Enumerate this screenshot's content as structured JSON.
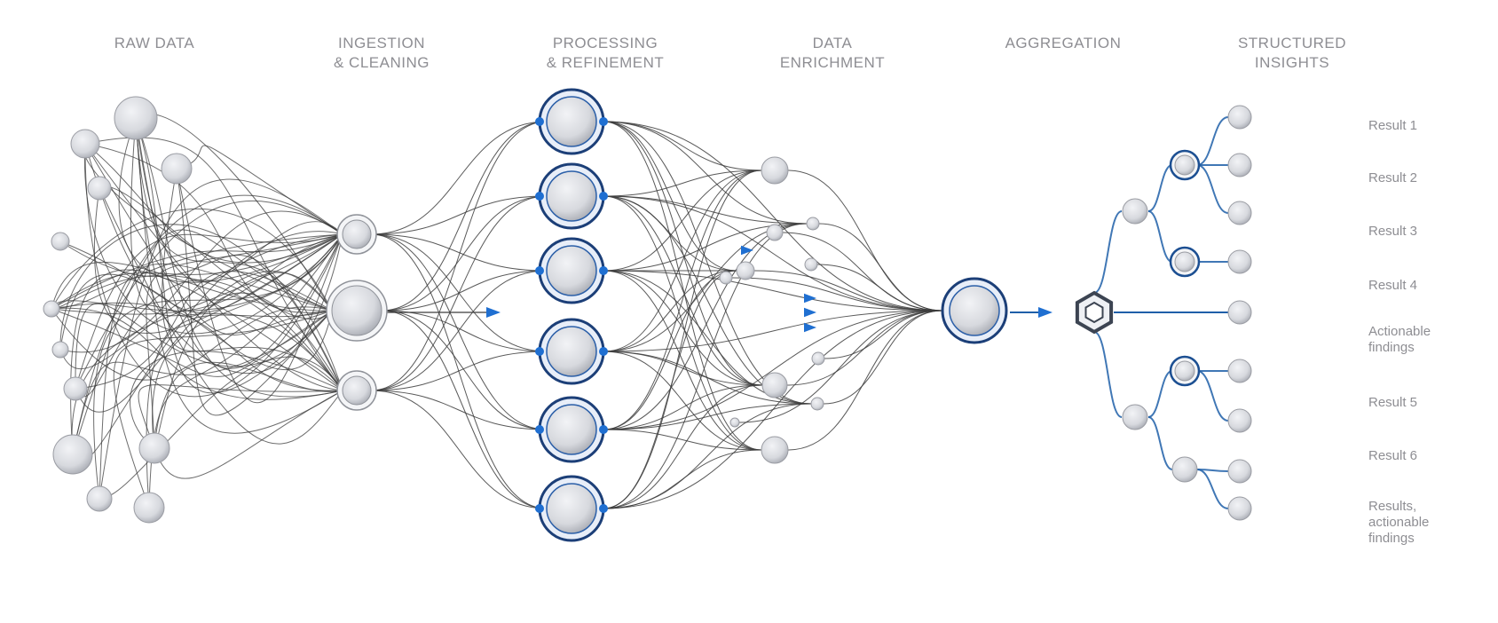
{
  "stages": [
    {
      "id": "raw",
      "label": "RAW DATA"
    },
    {
      "id": "ingest",
      "label": "INGESTION\n& CLEANING"
    },
    {
      "id": "process",
      "label": "PROCESSING\n& REFINEMENT"
    },
    {
      "id": "enrich",
      "label": "DATA\nENRICHMENT"
    },
    {
      "id": "aggregate",
      "label": "AGGREGATION"
    },
    {
      "id": "insights",
      "label": "STRUCTURED\nINSIGHTS"
    }
  ],
  "results": [
    "Result 1",
    "Result 2",
    "Result 3",
    "Result 4",
    "Actionable\nfindings",
    "Result 5",
    "Result 6",
    "Results,\nactionable\nfindings"
  ],
  "colors": {
    "accent": "#1f6fd1",
    "node_fill": "#d7d9de",
    "node_stroke": "#9a9ca3",
    "line": "#3c3c3c",
    "tree_line": "#1f5fa8",
    "label": "#8e8e93"
  }
}
